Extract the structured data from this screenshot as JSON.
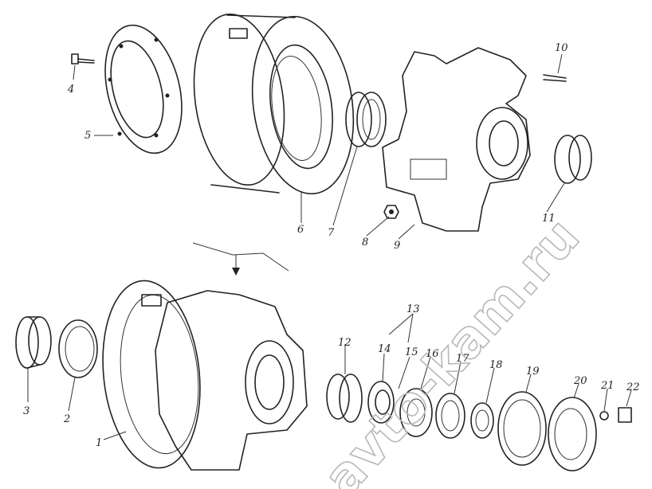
{
  "watermark": "avto-kam.ru",
  "corner_mark": "",
  "labels": [
    {
      "id": "1",
      "text": "1"
    },
    {
      "id": "2",
      "text": "2"
    },
    {
      "id": "3",
      "text": "3"
    },
    {
      "id": "4",
      "text": "4"
    },
    {
      "id": "5",
      "text": "5"
    },
    {
      "id": "6",
      "text": "6"
    },
    {
      "id": "7",
      "text": "7"
    },
    {
      "id": "8",
      "text": "8"
    },
    {
      "id": "9",
      "text": "9"
    },
    {
      "id": "10",
      "text": "10"
    },
    {
      "id": "11",
      "text": "11"
    },
    {
      "id": "12",
      "text": "12"
    },
    {
      "id": "13",
      "text": "13"
    },
    {
      "id": "14",
      "text": "14"
    },
    {
      "id": "15",
      "text": "15"
    },
    {
      "id": "16",
      "text": "16"
    },
    {
      "id": "17",
      "text": "17"
    },
    {
      "id": "18",
      "text": "18"
    },
    {
      "id": "19",
      "text": "19"
    },
    {
      "id": "20",
      "text": "20"
    },
    {
      "id": "21",
      "text": "21"
    },
    {
      "id": "22",
      "text": "22"
    }
  ]
}
